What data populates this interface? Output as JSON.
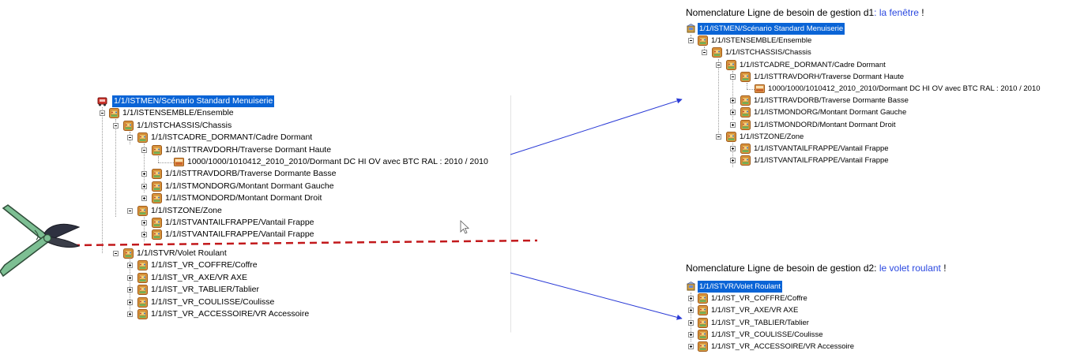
{
  "left_tree": {
    "rows": [
      "1/1/ISTMEN/Scénario Standard Menuiserie",
      "1/1/ISTENSEMBLE/Ensemble",
      "1/1/ISTCHASSIS/Chassis",
      "1/1/ISTCADRE_DORMANT/Cadre Dormant",
      "1/1/ISTTRAVDORH/Traverse Dormant Haute",
      "1000/1000/1010412_2010_2010/Dormant DC HI OV avec BTC RAL : 2010 / 2010",
      "1/1/ISTTRAVDORB/Traverse Dormante Basse",
      "1/1/ISTMONDORG/Montant Dormant Gauche",
      "1/1/ISTMONDORD/Montant Dormant Droit",
      "1/1/ISTZONE/Zone",
      "1/1/ISTVANTAILFRAPPE/Vantail Frappe",
      "1/1/ISTVANTAILFRAPPE/Vantail Frappe",
      "1/1/ISTVR/Volet Roulant",
      "1/1/IST_VR_COFFRE/Coffre",
      "1/1/IST_VR_AXE/VR AXE",
      "1/1/IST_VR_TABLIER/Tablier",
      "1/1/IST_VR_COULISSE/Coulisse",
      "1/1/IST_VR_ACCESSOIRE/VR Accessoire"
    ]
  },
  "d1": {
    "title_prefix": "Nomenclature Ligne de besoin de gestion d1",
    "title_sep": ": ",
    "title_highlight": "la fenêtre",
    "title_suffix": " !",
    "rows": [
      "1/1/ISTMEN/Scénario Standard Menuiserie",
      "1/1/ISTENSEMBLE/Ensemble",
      "1/1/ISTCHASSIS/Chassis",
      "1/1/ISTCADRE_DORMANT/Cadre Dormant",
      "1/1/ISTTRAVDORH/Traverse Dormant Haute",
      "1000/1000/1010412_2010_2010/Dormant DC HI OV avec BTC RAL : 2010 / 2010",
      "1/1/ISTTRAVDORB/Traverse Dormante Basse",
      "1/1/ISTMONDORG/Montant Dormant Gauche",
      "1/1/ISTMONDORD/Montant Dormant Droit",
      "1/1/ISTZONE/Zone",
      "1/1/ISTVANTAILFRAPPE/Vantail Frappe",
      "1/1/ISTVANTAILFRAPPE/Vantail Frappe"
    ]
  },
  "d2": {
    "title_prefix": "Nomenclature Ligne de besoin de gestion d2: ",
    "title_highlight": "le volet roulant",
    "title_suffix": " !",
    "rows": [
      "1/1/ISTVR/Volet Roulant",
      "1/1/IST_VR_COFFRE/Coffre",
      "1/1/IST_VR_AXE/VR AXE",
      "1/1/IST_VR_TABLIER/Tablier",
      "1/1/IST_VR_COULISSE/Coulisse",
      "1/1/IST_VR_ACCESSOIRE/VR Accessoire"
    ]
  },
  "colors": {
    "selection": "#0a64d6",
    "highlight_text": "#2a48e0",
    "arrow": "#2a3ad6",
    "cut_line": "#c2181b",
    "shears_handle": "#7dbf93",
    "shears_blade": "#3a3d48",
    "node_icon": "#d98a35"
  },
  "icons": {
    "root": "machine-icon",
    "node": "package-box-icon",
    "leaf": "article-icon",
    "tool": "pruning-shears-icon",
    "cursor": "mouse-pointer-icon"
  }
}
